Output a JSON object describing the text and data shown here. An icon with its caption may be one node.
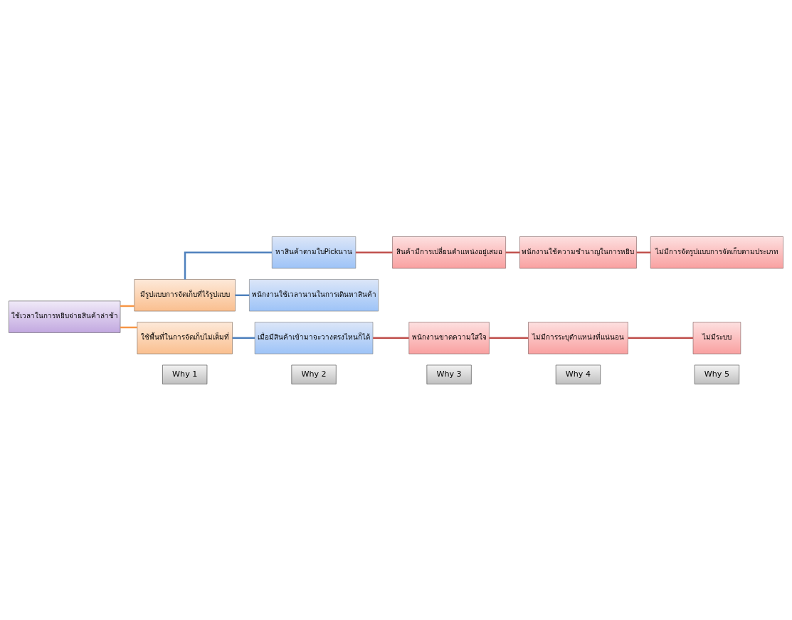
{
  "diagram": {
    "nodes": [
      {
        "text": [
          "Why 1"
        ]
      },
      {
        "text": [
          "Why 2"
        ]
      },
      {
        "text": [
          "Why 3"
        ]
      },
      {
        "text": [
          "Why 4"
        ]
      },
      {
        "text": [
          "Why 5"
        ]
      },
      {
        "text": [
          "ใช้เวลาในการหยิบจ่ายสินค้าล่าช้า"
        ]
      },
      {
        "text": [
          "มีรูปแบบการจัดเก็บที่ไร้รูปแบบ"
        ]
      },
      {
        "text": [
          "ใช้พื้นที่ในการจัดเก็บไม่เต็มที่"
        ]
      },
      {
        "text": [
          "หาสินค้าตามใบPickนาน"
        ]
      },
      {
        "text": [
          "พนักงานใช้เวลานานในการเดินหาสินค้า"
        ]
      },
      {
        "text": [
          "เมื่อมีสินค้าเข้ามาจะวางตรงไหนก็ได้"
        ]
      },
      {
        "text": [
          "สินค้ามีการเปลี่ยนตำแหน่งอยู่เสมอ"
        ]
      },
      {
        "text": [
          "พนักงานใช้ความชำนาญในการหยิบ"
        ]
      },
      {
        "text": [
          "ไม่มีการจัดรูปแบบการจัดเก็บตามประเภท"
        ]
      },
      {
        "text": [
          "พนักงานขาดความใส่ใจ"
        ]
      },
      {
        "text": [
          "ไม่มีการระบุตำแหน่งที่แน่นอน"
        ]
      },
      {
        "text": [
          "ไม่มีระบบ"
        ]
      }
    ],
    "edges": [
      {
        "from": 5,
        "to": 6,
        "arrow": "none",
        "color": "#f79646"
      },
      {
        "from": 5,
        "to": 7,
        "arrow": "none",
        "color": "#f79646"
      },
      {
        "from": 6,
        "to": 8,
        "arrow": "none",
        "color": "#4f81bd"
      },
      {
        "from": 6,
        "to": 9,
        "arrow": "none",
        "color": "#4f81bd"
      },
      {
        "from": 7,
        "to": 10,
        "arrow": "none",
        "color": "#4f81bd"
      },
      {
        "from": 8,
        "to": 11,
        "arrow": "none"
      },
      {
        "from": 11,
        "to": 12,
        "arrow": "none"
      },
      {
        "from": 12,
        "to": 13,
        "arrow": "none"
      },
      {
        "from": 10,
        "to": 14,
        "arrow": "none"
      },
      {
        "from": 14,
        "to": 15,
        "arrow": "none"
      },
      {
        "from": 15,
        "to": 16,
        "arrow": "none"
      }
    ]
  }
}
